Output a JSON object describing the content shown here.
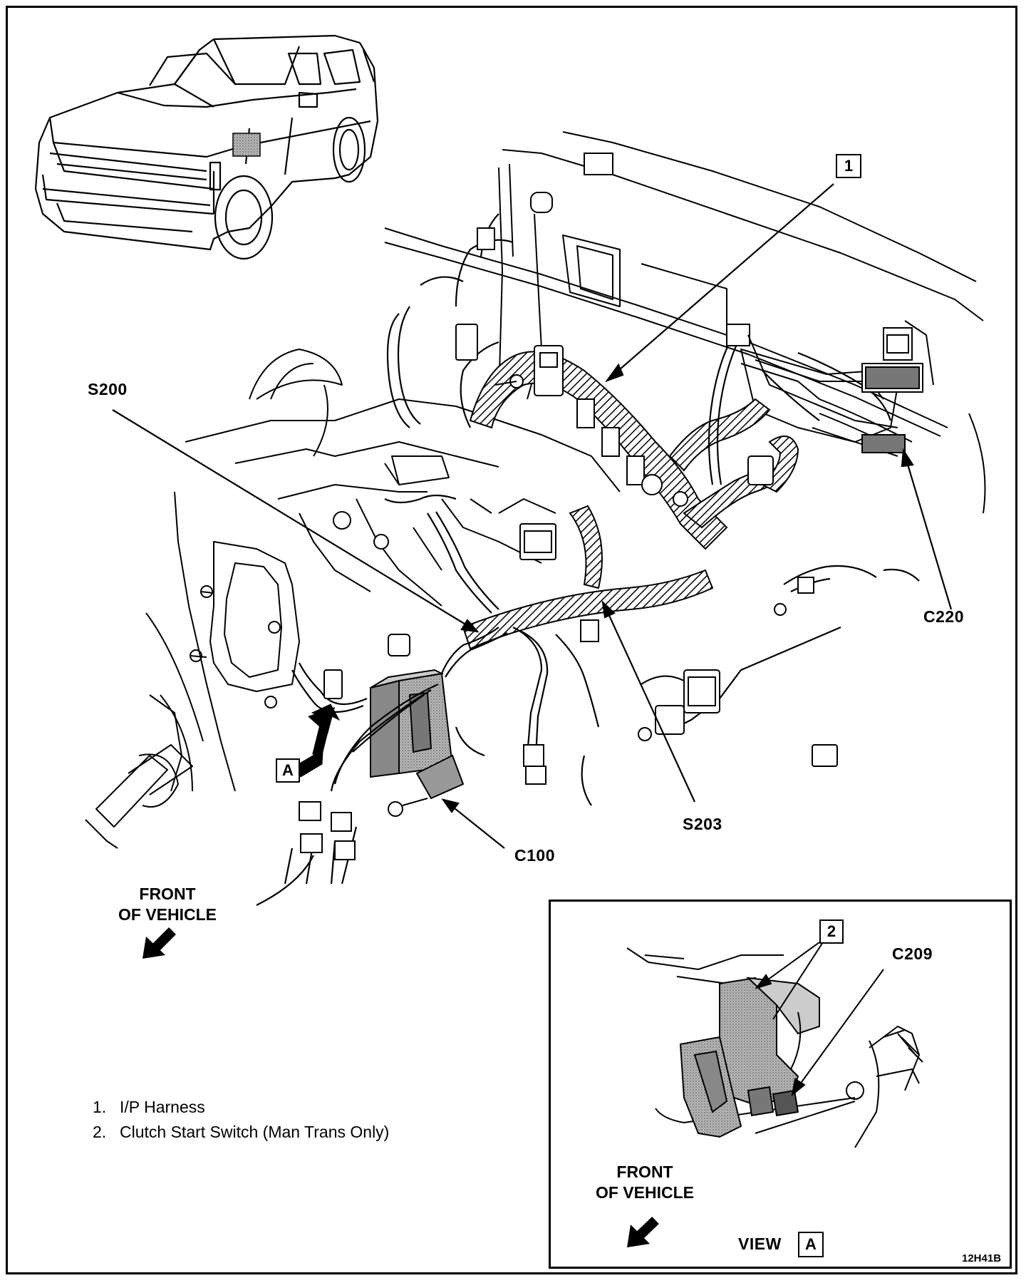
{
  "callouts": {
    "ip_harness_number": "1",
    "s200": "S200",
    "c220": "C220",
    "s203": "S203",
    "c100": "C100",
    "view_marker": "A"
  },
  "front_of_vehicle": {
    "line1": "FRONT",
    "line2": "OF VEHICLE"
  },
  "legend": {
    "items": [
      {
        "number": "1.",
        "text": "I/P Harness"
      },
      {
        "number": "2.",
        "text": "Clutch Start Switch (Man Trans Only)"
      }
    ]
  },
  "inset": {
    "callout_number": "2",
    "c209": "C209",
    "front_line1": "FRONT",
    "front_line2": "OF VEHICLE",
    "view_label": "VIEW",
    "view_marker": "A"
  },
  "figure_code": "12H41B",
  "colors": {
    "line": "#000000",
    "shade": "#9a9a9a",
    "background": "#ffffff"
  }
}
